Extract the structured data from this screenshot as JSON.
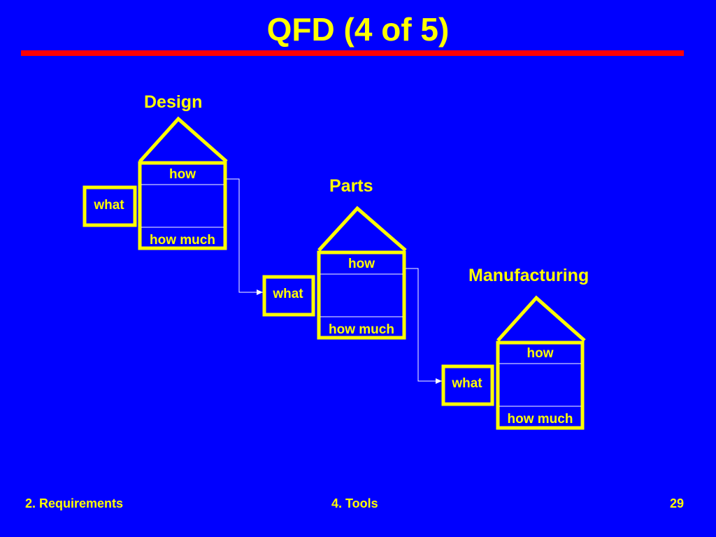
{
  "slide": {
    "title": "QFD (4 of 5)",
    "colors": {
      "background": "#0000ff",
      "text": "#ffff00",
      "rule": "#ff0000",
      "connector": "#ffffff"
    }
  },
  "stages": [
    {
      "label": "Design",
      "how": "how",
      "what": "what",
      "how_much": "how much"
    },
    {
      "label": "Parts",
      "how": "how",
      "what": "what",
      "how_much": "how much"
    },
    {
      "label": "Manufacturing",
      "how": "how",
      "what": "what",
      "how_much": "how much"
    }
  ],
  "footer": {
    "left": "2. Requirements",
    "center": "4. Tools",
    "right": "29"
  }
}
